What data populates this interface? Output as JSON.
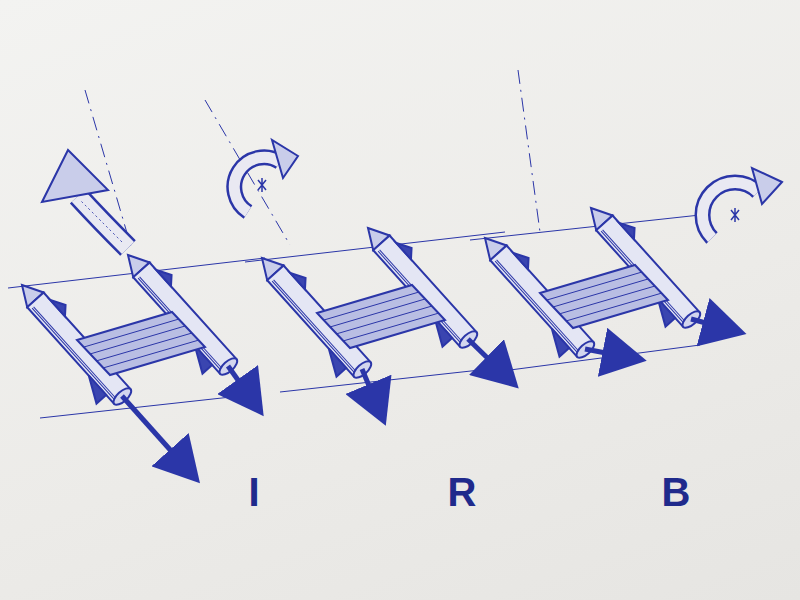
{
  "diagram": {
    "labels": [
      "I",
      "R",
      "B"
    ]
  }
}
